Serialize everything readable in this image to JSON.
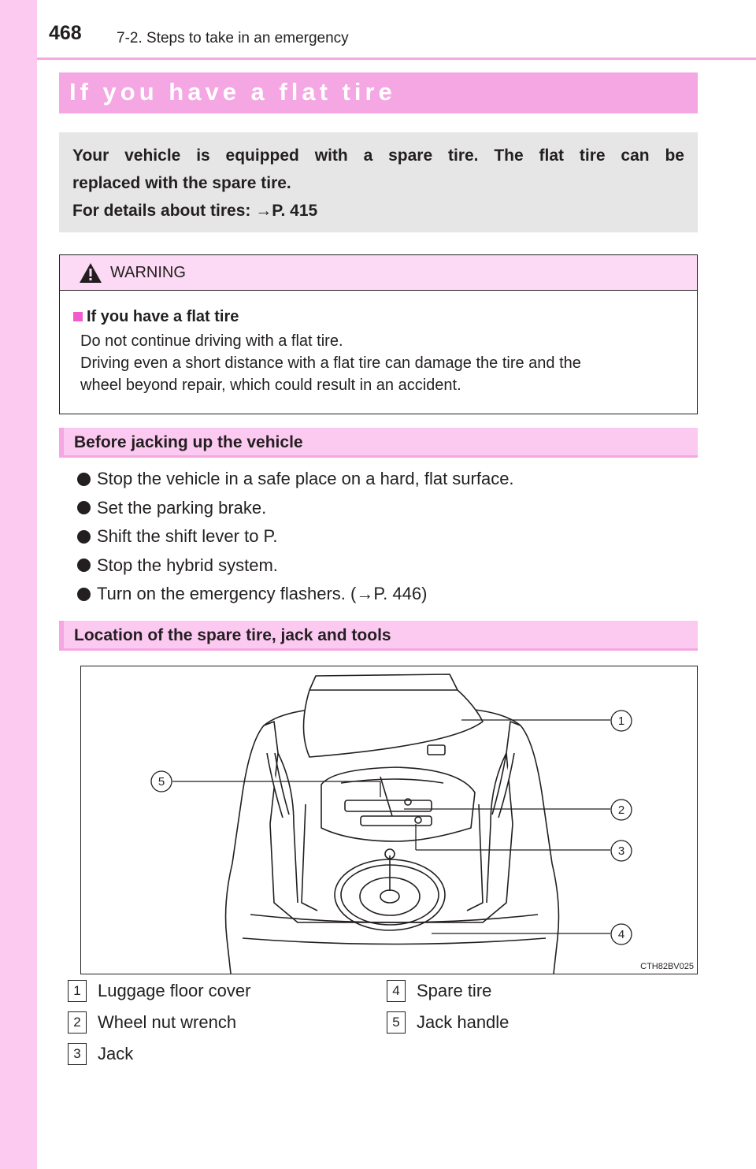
{
  "header": {
    "page_number": "468",
    "running_head": "7-2. Steps to take in an emergency"
  },
  "title": "If you have a flat tire",
  "intro": {
    "line1_words": [
      "Your",
      "vehicle",
      "is",
      "equipped",
      "with",
      "a",
      "spare",
      "tire.",
      "The",
      "flat",
      "tire",
      "can",
      "be"
    ],
    "line2": "replaced with the spare tire.",
    "line3_label": "For details about tires: ",
    "line3_arrow": "→",
    "line3_ref": "P. 415"
  },
  "warning": {
    "label": "WARNING",
    "subheading": "If you have a flat tire",
    "lines": [
      "Do not continue driving with a flat tire.",
      "Driving even a short distance with a flat tire can damage the tire and the",
      "wheel beyond repair, which could result in an accident."
    ]
  },
  "section1": {
    "heading": "Before jacking up the vehicle",
    "steps": [
      "Stop the vehicle in a safe place on a hard, flat surface.",
      "Set the parking brake.",
      "Shift the shift lever to P.",
      "Stop the hybrid system.",
      "Turn on the emergency flashers. (→P. 446)"
    ]
  },
  "section2": {
    "heading": "Location of the spare tire, jack and tools"
  },
  "figure": {
    "code": "CTH82BV025",
    "callouts": [
      "1",
      "2",
      "3",
      "4",
      "5"
    ]
  },
  "legend": [
    {
      "num": "1",
      "label": "Luggage floor cover"
    },
    {
      "num": "2",
      "label": "Wheel nut wrench"
    },
    {
      "num": "3",
      "label": "Jack"
    },
    {
      "num": "4",
      "label": "Spare tire"
    },
    {
      "num": "5",
      "label": "Jack handle"
    }
  ],
  "colors": {
    "accent_pink": "#f4a7e2",
    "band_pink": "#fcc9f1",
    "bullet_magenta": "#f15bcb",
    "intro_gray": "#e6e6e6"
  }
}
